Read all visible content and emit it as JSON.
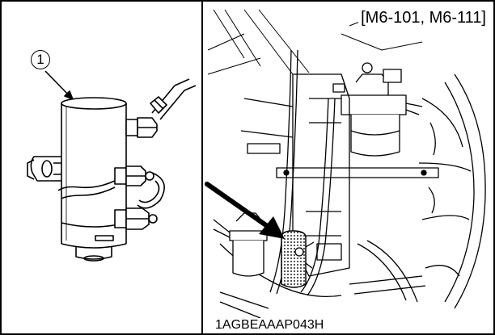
{
  "callout": {
    "number": "1"
  },
  "model_tag": "[M6-101, M6-111]",
  "figure_code": "1AGBEAAAP043H"
}
